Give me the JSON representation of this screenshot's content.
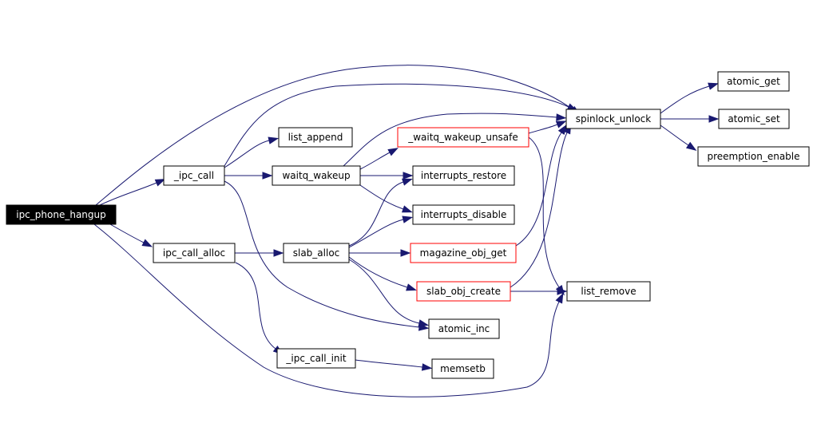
{
  "graph": {
    "colors": {
      "edge": "#191970",
      "node_border": "#000000",
      "node_border_truncated": "#ff0000",
      "root_fill": "#000000",
      "root_text": "#ffffff",
      "node_fill": "#ffffff",
      "node_text": "#000000"
    },
    "nodes": [
      {
        "id": "ipc_phone_hangup",
        "label": "ipc_phone_hangup",
        "root": true
      },
      {
        "id": "_ipc_call",
        "label": "_ipc_call"
      },
      {
        "id": "ipc_call_alloc",
        "label": "ipc_call_alloc"
      },
      {
        "id": "list_append",
        "label": "list_append"
      },
      {
        "id": "waitq_wakeup",
        "label": "waitq_wakeup"
      },
      {
        "id": "slab_alloc",
        "label": "slab_alloc"
      },
      {
        "id": "_ipc_call_init",
        "label": "_ipc_call_init"
      },
      {
        "id": "_waitq_wakeup_unsafe",
        "label": "_waitq_wakeup_unsafe",
        "truncated": true
      },
      {
        "id": "interrupts_restore",
        "label": "interrupts_restore"
      },
      {
        "id": "interrupts_disable",
        "label": "interrupts_disable"
      },
      {
        "id": "magazine_obj_get",
        "label": "magazine_obj_get",
        "truncated": true
      },
      {
        "id": "slab_obj_create",
        "label": "slab_obj_create",
        "truncated": true
      },
      {
        "id": "atomic_inc",
        "label": "atomic_inc"
      },
      {
        "id": "memsetb",
        "label": "memsetb"
      },
      {
        "id": "spinlock_unlock",
        "label": "spinlock_unlock"
      },
      {
        "id": "list_remove",
        "label": "list_remove"
      },
      {
        "id": "atomic_get",
        "label": "atomic_get"
      },
      {
        "id": "atomic_set",
        "label": "atomic_set"
      },
      {
        "id": "preemption_enable",
        "label": "preemption_enable"
      }
    ],
    "edges": [
      {
        "from": "ipc_phone_hangup",
        "to": "spinlock_unlock"
      },
      {
        "from": "ipc_phone_hangup",
        "to": "_ipc_call"
      },
      {
        "from": "ipc_phone_hangup",
        "to": "ipc_call_alloc"
      },
      {
        "from": "ipc_phone_hangup",
        "to": "list_remove"
      },
      {
        "from": "_ipc_call",
        "to": "list_append"
      },
      {
        "from": "_ipc_call",
        "to": "spinlock_unlock"
      },
      {
        "from": "_ipc_call",
        "to": "waitq_wakeup"
      },
      {
        "from": "_ipc_call",
        "to": "atomic_inc"
      },
      {
        "from": "ipc_call_alloc",
        "to": "slab_alloc"
      },
      {
        "from": "ipc_call_alloc",
        "to": "_ipc_call_init"
      },
      {
        "from": "waitq_wakeup",
        "to": "spinlock_unlock"
      },
      {
        "from": "waitq_wakeup",
        "to": "_waitq_wakeup_unsafe"
      },
      {
        "from": "waitq_wakeup",
        "to": "interrupts_restore"
      },
      {
        "from": "waitq_wakeup",
        "to": "interrupts_disable"
      },
      {
        "from": "slab_alloc",
        "to": "interrupts_restore"
      },
      {
        "from": "slab_alloc",
        "to": "interrupts_disable"
      },
      {
        "from": "slab_alloc",
        "to": "magazine_obj_get"
      },
      {
        "from": "slab_alloc",
        "to": "slab_obj_create"
      },
      {
        "from": "slab_alloc",
        "to": "atomic_inc"
      },
      {
        "from": "_ipc_call_init",
        "to": "memsetb"
      },
      {
        "from": "_waitq_wakeup_unsafe",
        "to": "spinlock_unlock"
      },
      {
        "from": "_waitq_wakeup_unsafe",
        "to": "list_remove"
      },
      {
        "from": "magazine_obj_get",
        "to": "spinlock_unlock"
      },
      {
        "from": "slab_obj_create",
        "to": "spinlock_unlock"
      },
      {
        "from": "slab_obj_create",
        "to": "list_remove"
      },
      {
        "from": "spinlock_unlock",
        "to": "atomic_get"
      },
      {
        "from": "spinlock_unlock",
        "to": "atomic_set"
      },
      {
        "from": "spinlock_unlock",
        "to": "preemption_enable"
      }
    ]
  }
}
